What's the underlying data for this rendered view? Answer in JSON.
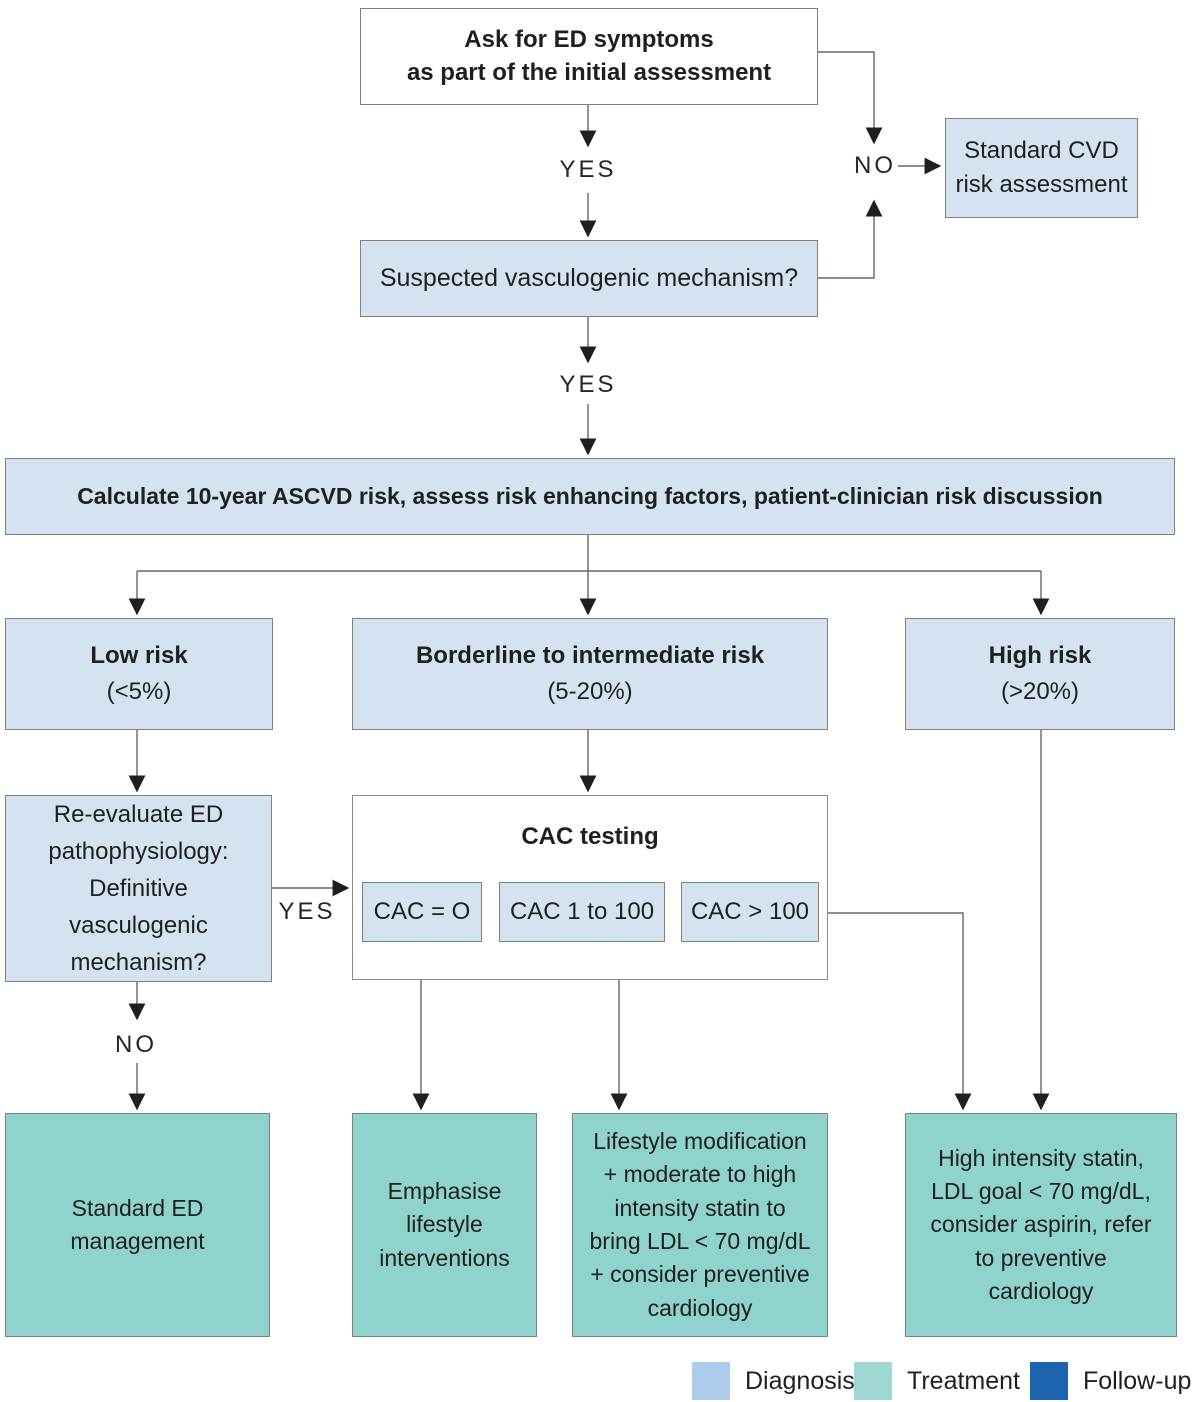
{
  "diagram": {
    "nodes": {
      "ask": {
        "lines": [
          "Ask for ED symptoms",
          "as part of the initial assessment"
        ]
      },
      "suspected": {
        "label": "Suspected vasculogenic mechanism?"
      },
      "cvd": {
        "lines": [
          "Standard CVD",
          "risk assessment"
        ]
      },
      "calc": {
        "label": "Calculate 10-year ASCVD risk, assess risk enhancing factors, patient-clinician risk discussion"
      },
      "low_risk": {
        "title": "Low risk",
        "subtitle": "(<5%)"
      },
      "borderline_risk": {
        "title": "Borderline to intermediate risk",
        "subtitle": "(5-20%)"
      },
      "high_risk": {
        "title": "High risk",
        "subtitle": "(>20%)"
      },
      "reevaluate": {
        "lines": [
          "Re-evaluate ED",
          "pathophysiology:",
          "Definitive",
          "vasculogenic",
          "mechanism?"
        ]
      },
      "cac": {
        "title": "CAC testing",
        "cac_zero": "CAC = O",
        "cac_1_100": "CAC 1 to 100",
        "cac_over_100": "CAC > 100"
      },
      "standard_ed": {
        "lines": [
          "Standard ED",
          "management"
        ]
      },
      "emphasise": {
        "lines": [
          "Emphasise",
          "lifestyle",
          "interventions"
        ]
      },
      "lifestyle_statin": {
        "lines": [
          "Lifestyle modification",
          "+ moderate to high",
          "intensity statin to",
          "bring LDL < 70 mg/dL",
          "+ consider preventive",
          "cardiology"
        ]
      },
      "high_statin": {
        "lines": [
          "High intensity statin,",
          "LDL goal < 70 mg/dL,",
          "consider aspirin, refer",
          "to preventive",
          "cardiology"
        ]
      }
    },
    "edge_labels": {
      "yes1": "YES",
      "no1": "NO",
      "yes2": "YES",
      "yes3": "YES",
      "no2": "NO"
    },
    "legend": {
      "items": [
        {
          "label": "Diagnosis",
          "color": "#adcbea"
        },
        {
          "label": "Treatment",
          "color": "#9fd8d2"
        },
        {
          "label": "Follow-up",
          "color": "#1d64af"
        }
      ]
    },
    "colors": {
      "diagnosis_fill": "#d5e3f1",
      "treatment_fill": "#8fd3cd",
      "followup_fill": "#1d64af",
      "box_border": "#7f7f7f",
      "connector_line": "#666666",
      "arrowhead": "#1f1f1f"
    }
  }
}
